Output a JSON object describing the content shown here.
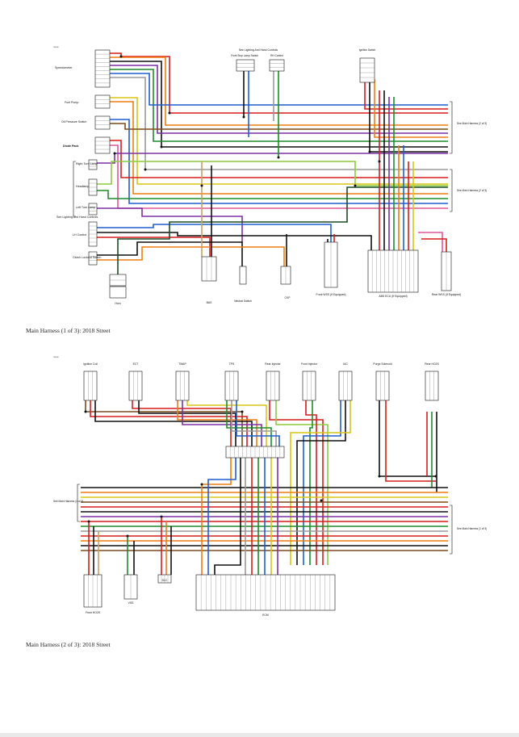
{
  "captions": {
    "diagram1": "Main Harness (1 of 3): 2018 Street",
    "diagram2": "Main Harness (2 of 3): 2018 Street"
  },
  "corner_notes": {
    "d1": "none",
    "d2": "none"
  },
  "diagram1": {
    "left_components": [
      "Speedometer",
      "Fuel Pump",
      "Oil Pressure Switch",
      "Diode Pack",
      "Right Turn Lamp",
      "Headlamp",
      "Left Turn Lamp",
      "See Lighting And Hand Controls",
      "LH Control",
      "Clutch Lockout Switch"
    ],
    "top_labels": [
      "See Lighting And Hand Controls",
      "Front Stop Lamp Switch",
      "RH Control",
      "Ignition Switch"
    ],
    "right_labels": [
      "See Main Harness (2 of 3)",
      "See Main Harness (2 of 3)"
    ],
    "bottom_components": [
      "Horn",
      "BAS",
      "Neutral Switch",
      "CKP",
      "Front WSS (If Equipped)",
      "ABS ECU (If Equipped)",
      "Rear WSS (If Equipped)"
    ]
  },
  "diagram2": {
    "top_components": [
      "Ignition Coil",
      "ECT",
      "TMAP",
      "TPS",
      "Rear Injector",
      "Front Injector",
      "IAC",
      "Purge Solenoid",
      "Rear HO2S"
    ],
    "left_label": "See Main Harness (1 of 3)",
    "right_label": "See Main Harness (1 of 3)",
    "bottom_components": [
      "Front HO2S",
      "VSS",
      "DLC",
      "ECM"
    ]
  }
}
